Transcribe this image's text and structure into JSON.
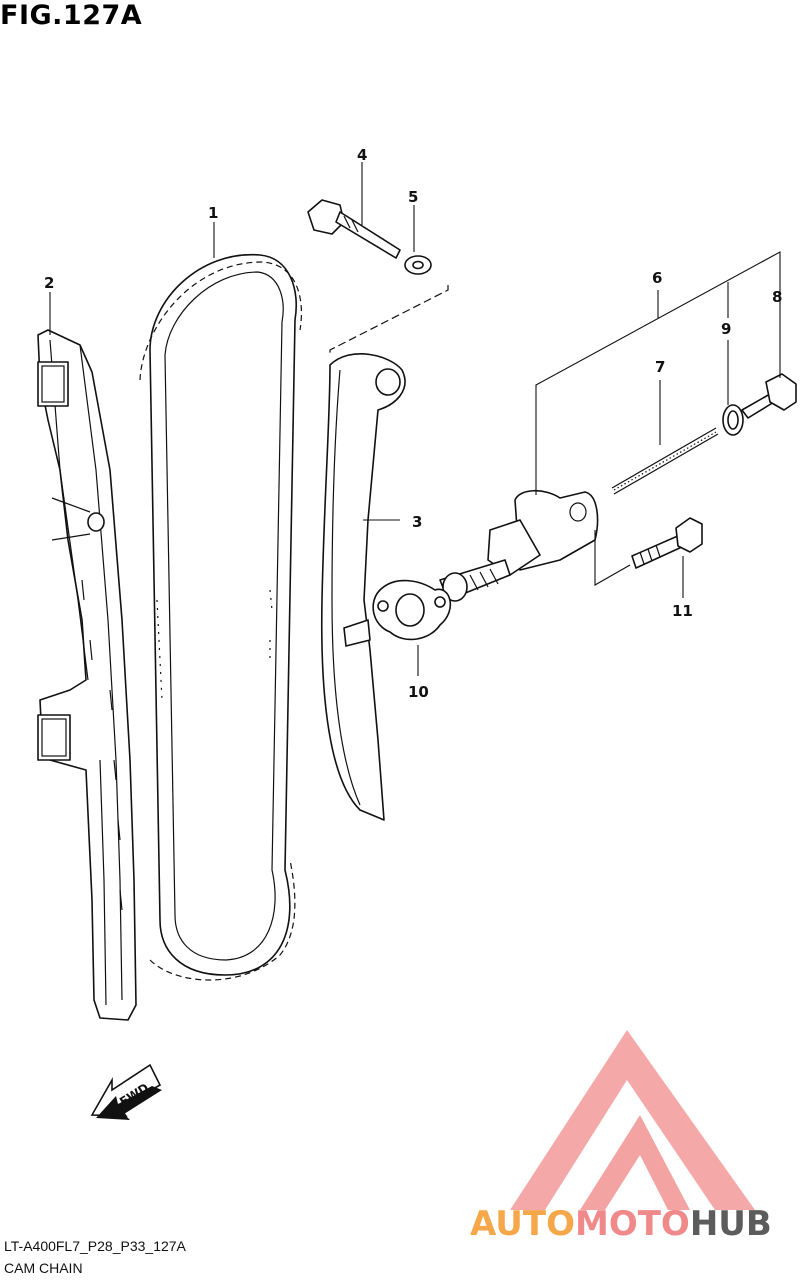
{
  "figure": {
    "title": "FIG.127A"
  },
  "callouts": [
    {
      "id": "1",
      "label": "1"
    },
    {
      "id": "2",
      "label": "2"
    },
    {
      "id": "3",
      "label": "3"
    },
    {
      "id": "4",
      "label": "4"
    },
    {
      "id": "5",
      "label": "5"
    },
    {
      "id": "6",
      "label": "6"
    },
    {
      "id": "7",
      "label": "7"
    },
    {
      "id": "8",
      "label": "8"
    },
    {
      "id": "9",
      "label": "9"
    },
    {
      "id": "10",
      "label": "10"
    },
    {
      "id": "11",
      "label": "11"
    }
  ],
  "direction_label": "FWD",
  "watermark": {
    "part1": "AUTO",
    "part2": "MOTO",
    "part3": "HUB",
    "colors": [
      "#f5a74a",
      "#f08a8a",
      "#5c5c5c"
    ]
  },
  "footer": {
    "code": "LT-A400FL7_P28_P33_127A",
    "name": "CAM CHAIN"
  }
}
